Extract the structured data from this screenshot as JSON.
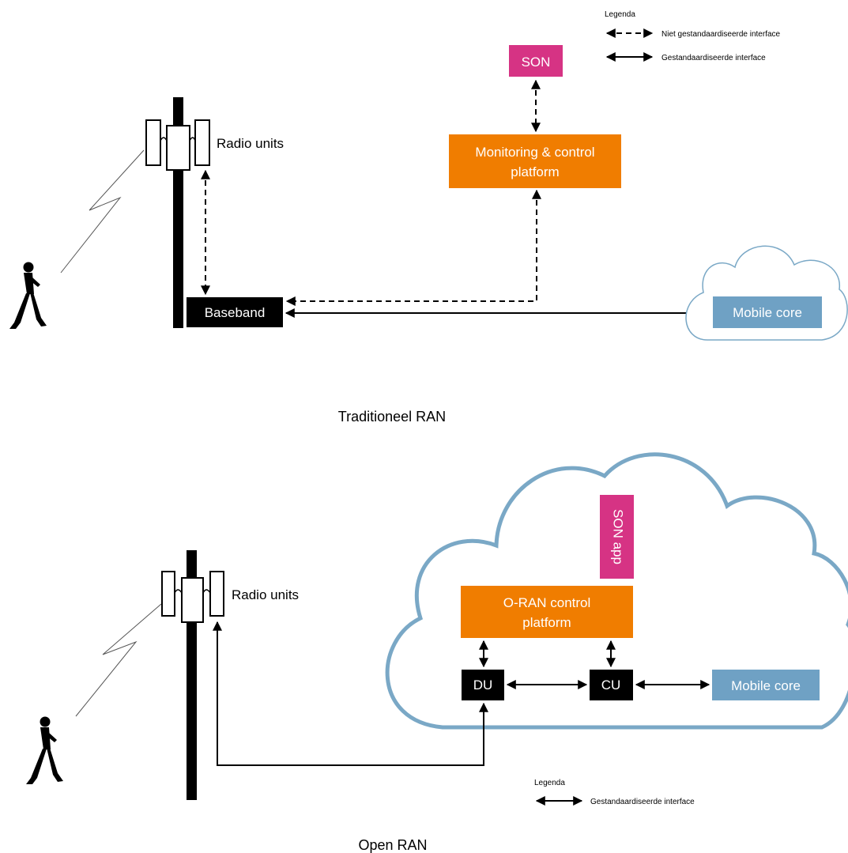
{
  "top": {
    "legend": {
      "title": "Legenda",
      "dashed_label": "Niet gestandaardiseerde interface",
      "solid_label": "Gestandaardiseerde interface"
    },
    "son": "SON",
    "monitoring_line1": "Monitoring & control",
    "monitoring_line2": "platform",
    "radio_units": "Radio units",
    "baseband": "Baseband",
    "mobile_core": "Mobile core",
    "caption": "Traditioneel RAN"
  },
  "bottom": {
    "son_app": "SON app",
    "oran_line1": "O-RAN control",
    "oran_line2": "platform",
    "radio_units": "Radio units",
    "du": "DU",
    "cu": "CU",
    "mobile_core": "Mobile core",
    "legend": {
      "title": "Legenda",
      "solid_label": "Gestandaardiseerde interface"
    },
    "caption": "Open RAN"
  },
  "colors": {
    "son": "#d63384",
    "orange": "#f07d00",
    "core_blue": "#6fa1c4",
    "cloud_stroke": "#7aa8c6",
    "black": "#000000"
  },
  "icons": [
    "cell-tower-icon",
    "walking-person-icon",
    "lightning-signal-icon",
    "cloud-icon"
  ]
}
